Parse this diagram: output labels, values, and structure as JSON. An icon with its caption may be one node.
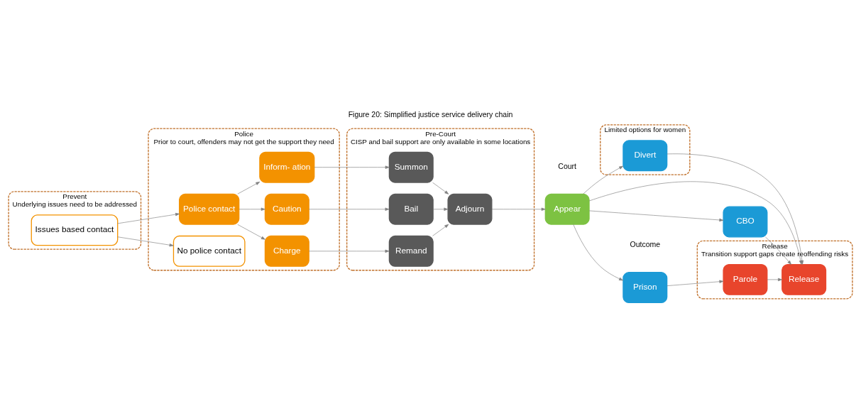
{
  "diagram": {
    "title": "Figure 20: Simplified justice service delivery chain",
    "nodes": [
      {
        "text": [
          "Prevent",
          "Underlying issues need to be addressed"
        ]
      },
      {
        "text": [
          "Issues based contact"
        ],
        "in": 0
      },
      {
        "text": [
          "Police",
          "Prior to court, offenders may not get the support they need"
        ]
      },
      {
        "text": [
          "Police contact"
        ],
        "in": 2
      },
      {
        "text": [
          "No police contact"
        ],
        "in": 2
      },
      {
        "text": [
          "Charge"
        ],
        "in": 2
      },
      {
        "text": [
          "Caution"
        ],
        "in": 2
      },
      {
        "text": [
          "Inform- ation"
        ],
        "in": 2
      },
      {
        "text": [
          "Pre-Court",
          "CISP and bail support are only available in some locations"
        ]
      },
      {
        "text": [
          "Remand"
        ],
        "in": 8
      },
      {
        "text": [
          "Bail"
        ],
        "in": 8
      },
      {
        "text": [
          "Summon"
        ],
        "in": 8
      },
      {
        "text": [
          "Adjourn"
        ],
        "in": 8
      },
      {
        "text": [
          "Appear"
        ]
      },
      {
        "text": [
          "Prison"
        ]
      },
      {
        "text": [
          "CBO"
        ]
      },
      {
        "text": [
          "Limited options for women"
        ]
      },
      {
        "text": [
          "Divert"
        ],
        "in": 16
      },
      {
        "text": [
          "Release",
          "Transition support gaps create reoffending risks"
        ]
      },
      {
        "text": [
          "Parole"
        ],
        "in": 18
      },
      {
        "text": [
          "Release"
        ],
        "in": 18
      }
    ],
    "edges": [
      {
        "from": 1,
        "to": 3,
        "arrow": "to"
      },
      {
        "from": 1,
        "to": 4,
        "arrow": "to"
      },
      {
        "from": 3,
        "to": 5,
        "arrow": "to"
      },
      {
        "from": 3,
        "to": 6,
        "arrow": "to"
      },
      {
        "from": 3,
        "to": 7,
        "arrow": "to"
      },
      {
        "from": 5,
        "to": 9,
        "arrow": "to"
      },
      {
        "from": 6,
        "to": 10,
        "arrow": "to"
      },
      {
        "from": 7,
        "to": 11,
        "arrow": "to"
      },
      {
        "from": 9,
        "to": 12,
        "arrow": "to"
      },
      {
        "from": 10,
        "to": 12,
        "arrow": "to"
      },
      {
        "from": 11,
        "to": 12,
        "arrow": "to"
      },
      {
        "from": 12,
        "to": 13,
        "arrow": "to"
      },
      {
        "from": 13,
        "to": 14,
        "arrow": "to"
      },
      {
        "from": 13,
        "to": 15,
        "arrow": "to"
      },
      {
        "from": 13,
        "to": 17,
        "arrow": "to"
      },
      {
        "from": 13,
        "to": 20,
        "arrow": "to"
      },
      {
        "from": 14,
        "to": 19,
        "arrow": "to"
      },
      {
        "from": 19,
        "to": 20,
        "arrow": "to"
      },
      {
        "from": 15,
        "to": 20,
        "arrow": "to"
      },
      {
        "from": 17,
        "to": 20,
        "arrow": "to"
      }
    ],
    "labels": [
      "Court",
      "Outcome"
    ]
  }
}
